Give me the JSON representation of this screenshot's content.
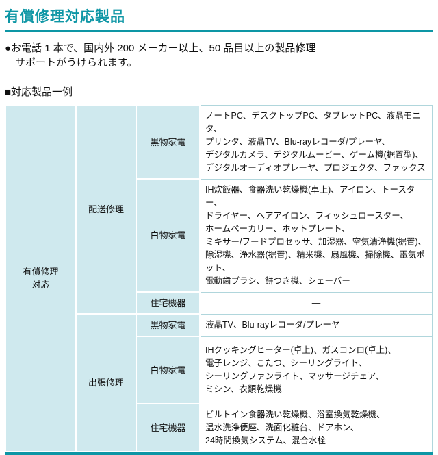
{
  "colors": {
    "accent_teal": "#0d96a5",
    "header_cell_bg": "#cfe9ee",
    "grid_line": "#b0d6dc",
    "text": "#111111"
  },
  "page": {
    "title": "有償修理対応製品",
    "intro": "●お電話 1 本で、国内外 200 メーカー以上、50 品目以上の製品修理\n　サポートがうけられます。",
    "section_heading": "■対応製品一例"
  },
  "table": {
    "support_label": "有償修理\n対応",
    "groups": [
      {
        "method": "配送修理",
        "rows": [
          {
            "category": "黒物家電",
            "items": "ノートPC、デスクトップPC、タブレットPC、液晶モニタ、\nプリンタ、液晶TV、Blu-rayレコーダ/プレーヤ、\nデジタルカメラ、デジタルムービー、ゲーム機(据置型)、\nデジタルオーディオプレーヤ、プロジェクタ、ファックス"
          },
          {
            "category": "白物家電",
            "items": "IH炊飯器、食器洗い乾燥機(卓上)、アイロン、トースター、\nドライヤー、ヘアアイロン、フィッシュロースター、\nホームベーカリー、ホットプレート、\nミキサー/フードプロセッサ、加湿器、空気清浄機(据置)、\n除湿機、浄水器(据置)、精米機、扇風機、掃除機、電気ポット、\n電動歯ブラシ、餅つき機、シェーバー"
          },
          {
            "category": "住宅機器",
            "items": "—"
          }
        ]
      },
      {
        "method": "出張修理",
        "rows": [
          {
            "category": "黒物家電",
            "items": "液晶TV、Blu-rayレコーダ/プレーヤ"
          },
          {
            "category": "白物家電",
            "items": "IHクッキングヒーター(卓上)、ガスコンロ(卓上)、\n電子レンジ、こたつ、シーリングライト、\nシーリングファンライト、マッサージチェア、\nミシン、衣類乾燥機"
          },
          {
            "category": "住宅機器",
            "items": "ビルトイン食器洗い乾燥機、浴室換気乾燥機、\n温水洗浄便座、洗面化粧台、ドアホン、\n24時間換気システム、混合水栓"
          }
        ]
      }
    ]
  }
}
